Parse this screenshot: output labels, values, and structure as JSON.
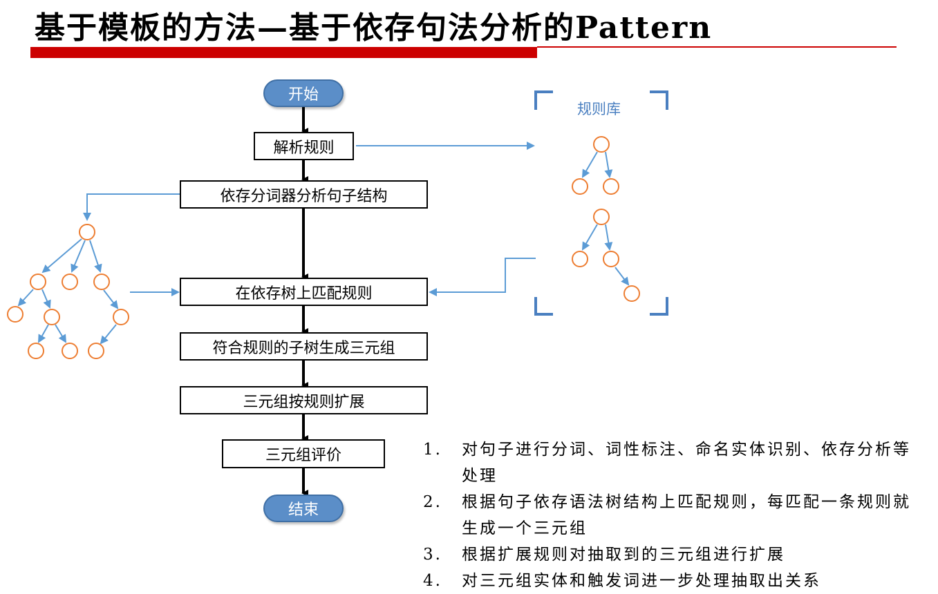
{
  "title": "基于模板的方法—基于依存句法分析的Pattern",
  "flow": {
    "start": "开始",
    "parse_rules": "解析规则",
    "dep_parse": "依存分词器分析句子结构",
    "match": "在依存树上匹配规则",
    "subtree": "符合规则的子树生成三元组",
    "expand": "三元组按规则扩展",
    "evaluate": "三元组评价",
    "end": "结束"
  },
  "rule_library": "规则库",
  "notes": [
    {
      "num": "1.",
      "text": "对句子进行分词、词性标注、命名实体识别、依存分析等处理"
    },
    {
      "num": "2.",
      "text": "根据句子依存语法树结构上匹配规则，每匹配一条规则就生成一个三元组"
    },
    {
      "num": "3.",
      "text": "根据扩展规则对抽取到的三元组进行扩展"
    },
    {
      "num": "4.",
      "text": "对三元组实体和触发词进一步处理抽取出关系"
    }
  ],
  "colors": {
    "accent_red": "#cc0000",
    "terminal_blue": "#5b8ec8",
    "link_blue": "#5b9bd5",
    "node_orange": "#ed7d31"
  }
}
